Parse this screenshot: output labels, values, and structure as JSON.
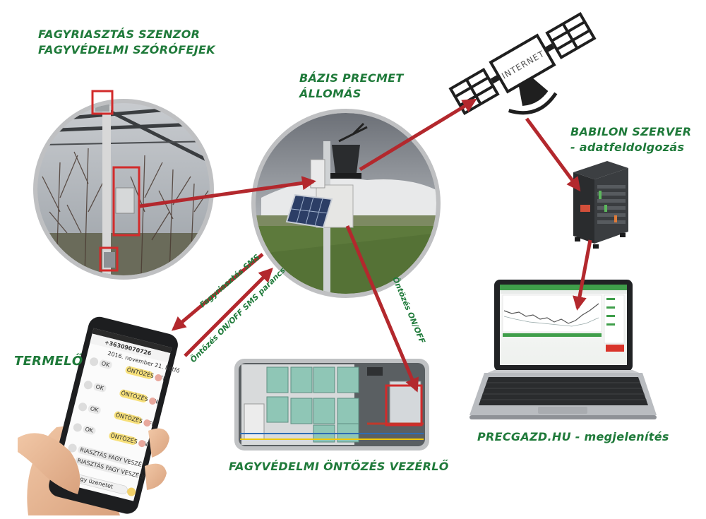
{
  "labels": {
    "sensor_line1": "FAGYRIASZTÁS SZENZOR",
    "sensor_line2": "FAGYVÉDELMI SZÓRÓFEJEK",
    "station_line1": "BÁZIS PRECMET",
    "station_line2": "ÁLLOMÁS",
    "server_line1": "BABILON SZERVER",
    "server_line2": "- adatfeldolgozás",
    "producer": "TERMELŐ",
    "controller": "FAGYVÉDELMI ÖNTÖZÉS VEZÉRLŐ",
    "display": "PRECGAZD.HU - megjelenítés"
  },
  "satellite": {
    "text": "INTERNET"
  },
  "arrows": {
    "frost_sms": "Fagyriasztás SMS",
    "irrigation_sms": "Öntözés ON/OFF SMS parancs",
    "irrigation_onoff": "Öntözés ON/OFF"
  },
  "phone": {
    "number": "+36309070726",
    "date": "2016. november 21. hétfő",
    "messages": [
      {
        "who": "OK",
        "text": "ÖNTÖZÉS OFF"
      },
      {
        "who": "OK",
        "text": "ÖNTÖZÉS ON"
      },
      {
        "who": "OK",
        "text": "ÖNTÖZÉS OFF"
      },
      {
        "who": "OK",
        "text": "ÖNTÖZÉS ON"
      },
      {
        "who": "",
        "text": "RIASZTÁS FAGY VESZÉLY"
      },
      {
        "who": "",
        "text": "RIASZTÁS FAGY VESZÉLY"
      }
    ],
    "input_placeholder": "Írjon egy üzenetet"
  },
  "colors": {
    "green": "#1f7a3a",
    "arrow": "#b3282d",
    "frame_red": "#d22b2b"
  }
}
